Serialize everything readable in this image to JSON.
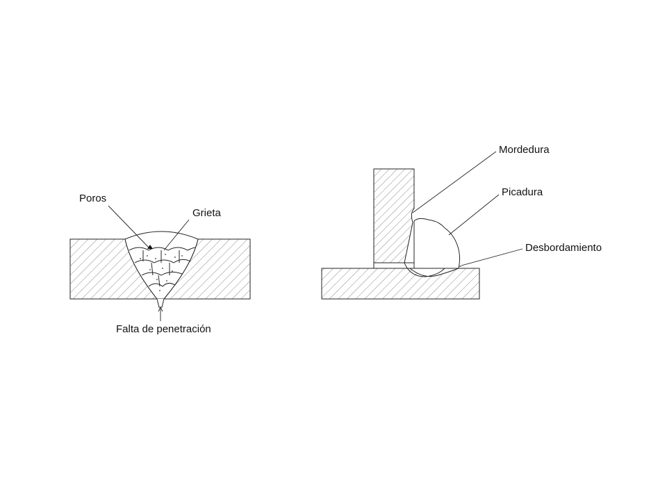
{
  "butt_joint": {
    "labels": {
      "pores": "Poros",
      "crack": "Grieta",
      "lack_of_penetration": "Falta de penetración"
    }
  },
  "fillet_joint": {
    "labels": {
      "undercut": "Mordedura",
      "pitting": "Picadura",
      "overlap": "Desbordamiento"
    }
  },
  "colors": {
    "line": "#222222",
    "hatch": "#8a8a8a",
    "background": "#ffffff"
  }
}
